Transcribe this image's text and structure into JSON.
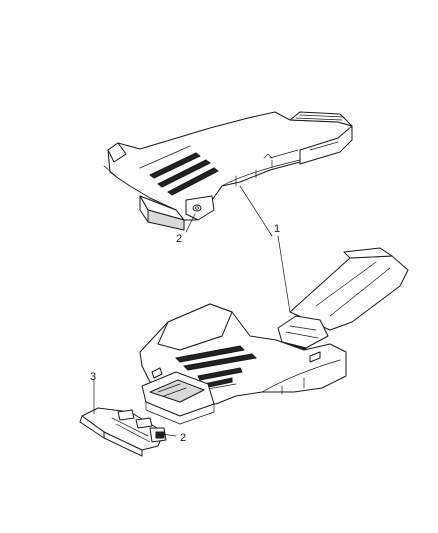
{
  "diagram": {
    "callouts": [
      {
        "id": "callout-2-upper",
        "label": "2"
      },
      {
        "id": "callout-1",
        "label": "1"
      },
      {
        "id": "callout-3",
        "label": "3"
      },
      {
        "id": "callout-2-lower",
        "label": "2"
      }
    ],
    "parts": [
      {
        "id": "part-1",
        "callout": "1"
      },
      {
        "id": "part-2",
        "callout": "2"
      },
      {
        "id": "part-3",
        "callout": "3"
      }
    ]
  }
}
